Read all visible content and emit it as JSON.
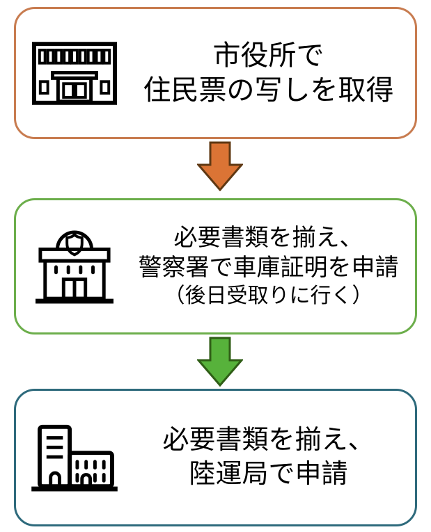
{
  "background_color": "#FFFFFF",
  "text_color": "#000000",
  "steps": [
    {
      "name": "city-hall",
      "border_color": "#C87C50",
      "icon": "city-hall-icon",
      "lines": [
        "市役所で",
        "住民票の写しを取得"
      ]
    },
    {
      "name": "police-station",
      "border_color": "#6CAE4B",
      "icon": "police-station-icon",
      "lines": [
        "必要書類を揃え、",
        "警察署で車庫証明を申請"
      ],
      "note": "（後日受取りに行く）"
    },
    {
      "name": "land-transport-bureau",
      "border_color": "#2E6A7C",
      "icon": "office-buildings-icon",
      "lines": [
        "必要書類を揃え、",
        "陸運局で申請"
      ]
    }
  ],
  "arrows": [
    {
      "name": "arrow-city-hall-to-police",
      "fill": "#DB7435",
      "stroke": "#5F3813"
    },
    {
      "name": "arrow-police-to-bureau",
      "fill": "#57B23B",
      "stroke": "#2F5D16"
    }
  ]
}
